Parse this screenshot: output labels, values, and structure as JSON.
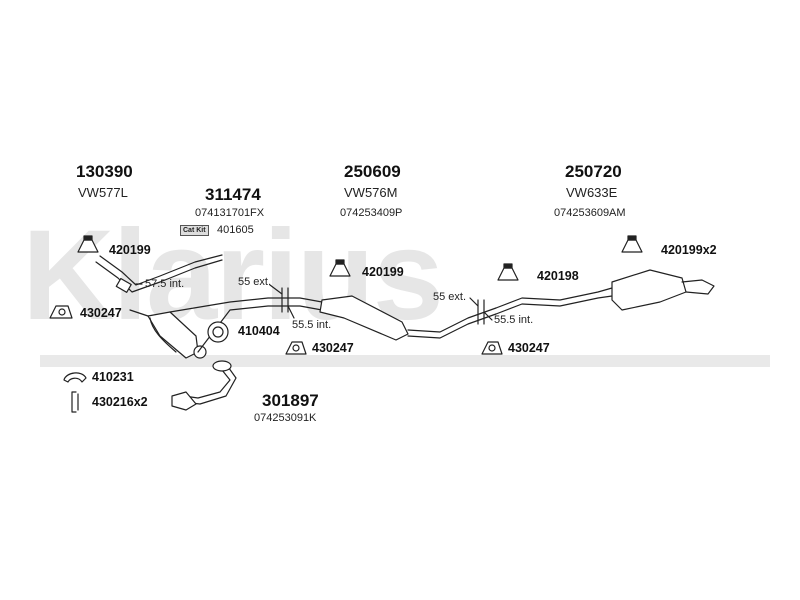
{
  "watermark": "Klarius",
  "sections": [
    {
      "part_number": "130390",
      "model": "VW577L"
    },
    {
      "part_number": "311474",
      "oem_number": "074131701FX",
      "kit_badge": "Cat Kit",
      "kit_number": "401605"
    },
    {
      "part_number": "250609",
      "model": "VW576M",
      "oem_number": "074253409P"
    },
    {
      "part_number": "250720",
      "model": "VW633E",
      "oem_number": "074253609AM"
    },
    {
      "part_number": "301897",
      "oem_number": "074253091K"
    }
  ],
  "components": {
    "hanger_1": "420199",
    "hanger_2": "420199",
    "hanger_3": "420198",
    "hanger_4": "420199x2",
    "mount_1": "430247",
    "mount_2": "430247",
    "mount_3": "430247",
    "gasket": "410404",
    "seal": "410231",
    "clamp": "430216x2"
  },
  "dimensions": {
    "d1": "57.5 int.",
    "d2": "55 ext.",
    "d3": "55.5 int.",
    "d4": "55 ext.",
    "d5": "55.5 int."
  },
  "colors": {
    "line": "#222222",
    "watermark": "#e6e6e6",
    "pipe_fill": "#ffffff"
  }
}
